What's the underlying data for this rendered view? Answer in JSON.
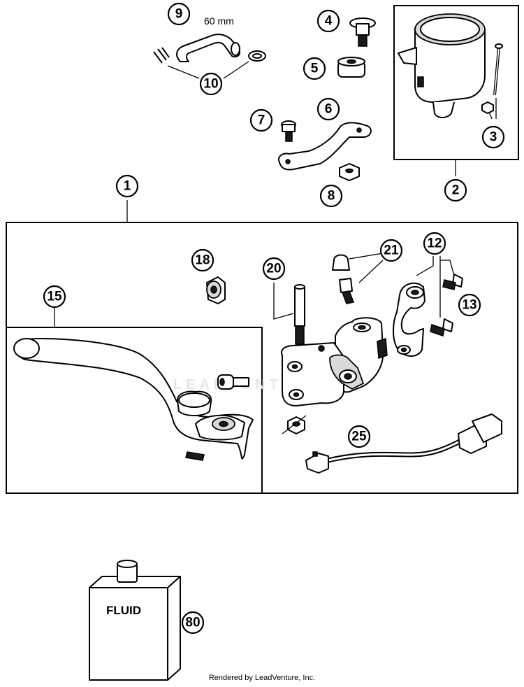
{
  "diagram": {
    "hose_length": "60 mm",
    "fluid_label": "FLUID",
    "watermark": "LEADVENTURE",
    "footer": "Rendered by LeadVenture, Inc.",
    "callouts": {
      "c1": "1",
      "c2": "2",
      "c3": "3",
      "c4": "4",
      "c5": "5",
      "c6": "6",
      "c7": "7",
      "c8": "8",
      "c9": "9",
      "c10": "10",
      "c12": "12",
      "c13": "13",
      "c15": "15",
      "c18": "18",
      "c20": "20",
      "c21": "21",
      "c25": "25",
      "c80": "80"
    }
  }
}
